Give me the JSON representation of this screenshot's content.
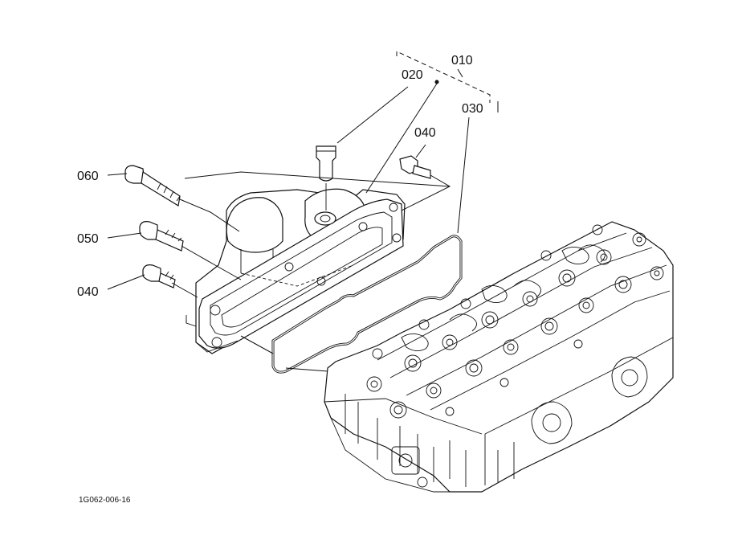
{
  "callouts": {
    "c010": "010",
    "c020": "020",
    "c030": "030",
    "c040_top": "040",
    "c060": "060",
    "c050": "050",
    "c040_left": "040"
  },
  "figure_code": "1G062-006-16"
}
